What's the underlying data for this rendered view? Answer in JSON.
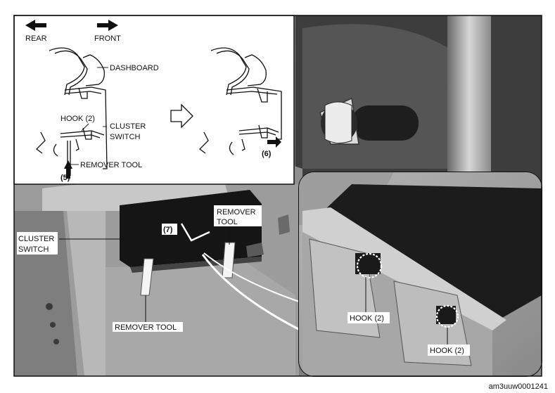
{
  "inset_left": {
    "direction_rear": "REAR",
    "direction_front": "FRONT",
    "dashboard": "DASHBOARD",
    "hook": "HOOK (2)",
    "cluster_switch_line1": "CLUSTER",
    "cluster_switch_line2": "SWITCH",
    "remover_tool": "REMOVER TOOL",
    "step_5": "(5)",
    "step_6": "(6)"
  },
  "main_photo": {
    "cluster_switch_line1": "CLUSTER",
    "cluster_switch_line2": "SWITCH",
    "remover_tool_top_line1": "REMOVER",
    "remover_tool_top_line2": "TOOL",
    "remover_tool_bottom": "REMOVER TOOL",
    "step_7": "(7)"
  },
  "inset_right": {
    "hook_a": "HOOK (2)",
    "hook_b": "HOOK (2)"
  },
  "figure_id": "am3uuw0001241",
  "colors": {
    "ink": "#111111",
    "photo_dark": "#2b2b2b",
    "photo_mid": "#7a7a7a",
    "photo_light": "#c4c4c4",
    "paper": "#ffffff"
  }
}
